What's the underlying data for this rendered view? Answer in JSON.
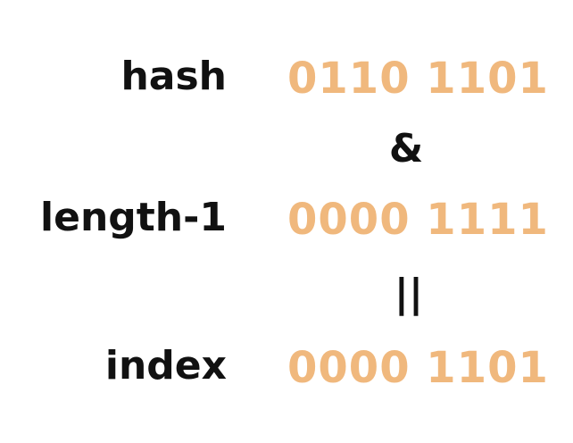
{
  "colors": {
    "label": "#111111",
    "bits": "#f0b87d",
    "background": "#ffffff"
  },
  "rows": [
    {
      "label": "hash",
      "bits": "0110 1101"
    },
    {
      "label": "length-1",
      "bits": "0000 1111"
    },
    {
      "label": "index",
      "bits": "0000 1101"
    }
  ],
  "operators": {
    "and": "&",
    "equals": "||"
  }
}
